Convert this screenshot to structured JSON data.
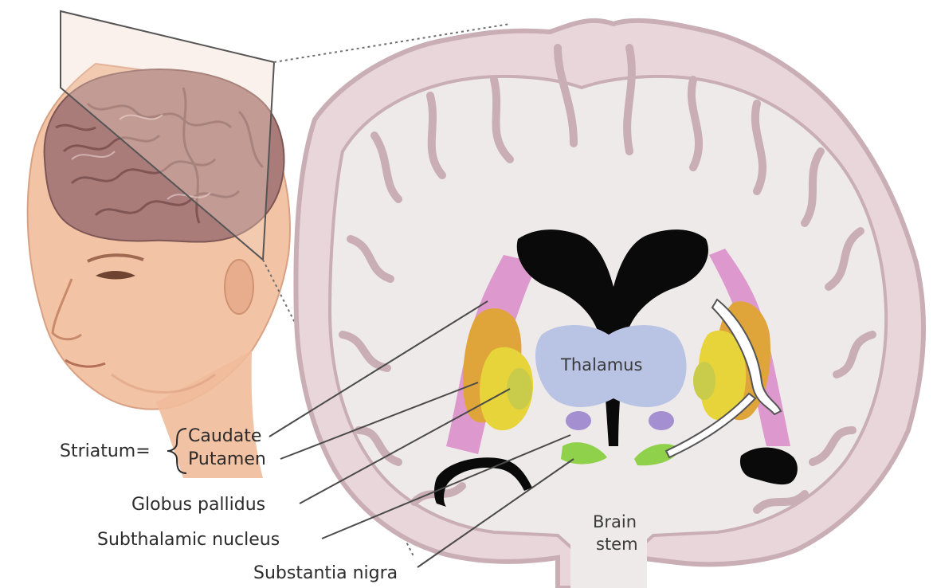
{
  "labels": {
    "striatum": "Striatum=",
    "caudate": "Caudate",
    "putamen": "Putamen",
    "globus_pallidus": "Globus pallidus",
    "subthalamic_nucleus": "Subthalamic nucleus",
    "substantia_nigra": "Substantia nigra",
    "thalamus": "Thalamus",
    "brain_stem_line1": "Brain",
    "brain_stem_line2": "stem"
  },
  "colors": {
    "cortex_outer": "#e8d6da",
    "cortex_inner": "#c9aeb6",
    "white_matter": "#efeaea",
    "ventricle": "#0a0a0a",
    "thalamus": "#b9c3e3",
    "caudate": "#e0a53a",
    "putamen": "#e7d43a",
    "globus_pallidus": "#c8cc4a",
    "subthalamic_nucleus": "#a48fd0",
    "substantia_nigra": "#8fd14a",
    "internal_capsule": "#d989c8",
    "skin": "#f2c3a4",
    "brain_surface": "#a47a78",
    "leader_line": "#4a4a4a"
  }
}
